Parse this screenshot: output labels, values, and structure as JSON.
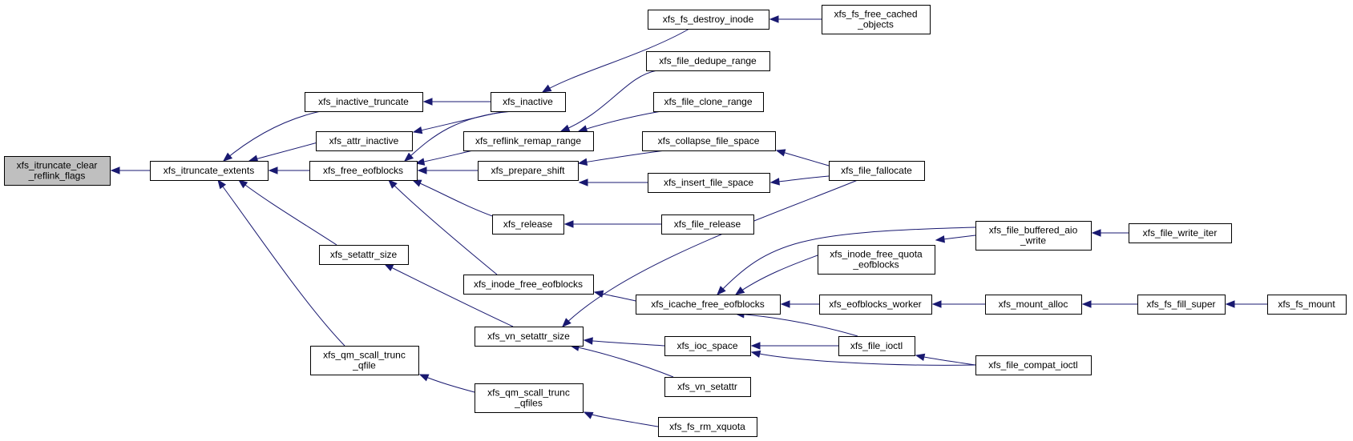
{
  "colors": {
    "edge": "#191970",
    "node_fill": "#ffffff",
    "root_fill": "#bfbfbf",
    "border": "#000000"
  },
  "nodes": [
    {
      "id": "n0",
      "lines": [
        "xfs_itruncate_clear",
        "_reflink_flags"
      ]
    },
    {
      "id": "n1",
      "lines": [
        "xfs_itruncate_extents"
      ]
    },
    {
      "id": "n2",
      "lines": [
        "xfs_inactive_truncate"
      ]
    },
    {
      "id": "n3",
      "lines": [
        "xfs_attr_inactive"
      ]
    },
    {
      "id": "n4",
      "lines": [
        "xfs_free_eofblocks"
      ]
    },
    {
      "id": "n5",
      "lines": [
        "xfs_setattr_size"
      ]
    },
    {
      "id": "n6",
      "lines": [
        "xfs_qm_scall_trunc",
        "_qfile"
      ]
    },
    {
      "id": "n7",
      "lines": [
        "xfs_inactive"
      ]
    },
    {
      "id": "n8",
      "lines": [
        "xfs_reflink_remap_range"
      ]
    },
    {
      "id": "n9",
      "lines": [
        "xfs_prepare_shift"
      ]
    },
    {
      "id": "n10",
      "lines": [
        "xfs_release"
      ]
    },
    {
      "id": "n11",
      "lines": [
        "xfs_inode_free_eofblocks"
      ]
    },
    {
      "id": "n12",
      "lines": [
        "xfs_vn_setattr_size"
      ]
    },
    {
      "id": "n13",
      "lines": [
        "xfs_qm_scall_trunc",
        "_qfiles"
      ]
    },
    {
      "id": "n14",
      "lines": [
        "xfs_fs_destroy_inode"
      ]
    },
    {
      "id": "n15",
      "lines": [
        "xfs_file_dedupe_range"
      ]
    },
    {
      "id": "n16",
      "lines": [
        "xfs_file_clone_range"
      ]
    },
    {
      "id": "n17",
      "lines": [
        "xfs_collapse_file_space"
      ]
    },
    {
      "id": "n18",
      "lines": [
        "xfs_insert_file_space"
      ]
    },
    {
      "id": "n19",
      "lines": [
        "xfs_file_release"
      ]
    },
    {
      "id": "n20",
      "lines": [
        "xfs_icache_free_eofblocks"
      ]
    },
    {
      "id": "n21",
      "lines": [
        "xfs_ioc_space"
      ]
    },
    {
      "id": "n22",
      "lines": [
        "xfs_vn_setattr"
      ]
    },
    {
      "id": "n23",
      "lines": [
        "xfs_fs_rm_xquota"
      ]
    },
    {
      "id": "n24",
      "lines": [
        "xfs_fs_free_cached",
        "_objects"
      ]
    },
    {
      "id": "n25",
      "lines": [
        "xfs_file_fallocate"
      ]
    },
    {
      "id": "n26",
      "lines": [
        "xfs_inode_free_quota",
        "_eofblocks"
      ]
    },
    {
      "id": "n27",
      "lines": [
        "xfs_eofblocks_worker"
      ]
    },
    {
      "id": "n28",
      "lines": [
        "xfs_file_ioctl"
      ]
    },
    {
      "id": "n29",
      "lines": [
        "xfs_file_compat_ioctl"
      ]
    },
    {
      "id": "n30",
      "lines": [
        "xfs_file_buffered_aio",
        "_write"
      ]
    },
    {
      "id": "n31",
      "lines": [
        "xfs_mount_alloc"
      ]
    },
    {
      "id": "n32",
      "lines": [
        "xfs_file_write_iter"
      ]
    },
    {
      "id": "n33",
      "lines": [
        "xfs_fs_fill_super"
      ]
    },
    {
      "id": "n34",
      "lines": [
        "xfs_fs_mount"
      ]
    }
  ],
  "edges": [
    {
      "from": "n1",
      "to": "n0"
    },
    {
      "from": "n2",
      "to": "n1"
    },
    {
      "from": "n3",
      "to": "n1"
    },
    {
      "from": "n4",
      "to": "n1"
    },
    {
      "from": "n5",
      "to": "n1"
    },
    {
      "from": "n6",
      "to": "n1"
    },
    {
      "from": "n7",
      "to": "n2"
    },
    {
      "from": "n7",
      "to": "n3"
    },
    {
      "from": "n7",
      "to": "n4"
    },
    {
      "from": "n8",
      "to": "n4"
    },
    {
      "from": "n9",
      "to": "n4"
    },
    {
      "from": "n10",
      "to": "n4"
    },
    {
      "from": "n11",
      "to": "n4"
    },
    {
      "from": "n12",
      "to": "n5"
    },
    {
      "from": "n13",
      "to": "n6"
    },
    {
      "from": "n14",
      "to": "n7"
    },
    {
      "from": "n15",
      "to": "n8"
    },
    {
      "from": "n16",
      "to": "n8"
    },
    {
      "from": "n17",
      "to": "n9"
    },
    {
      "from": "n18",
      "to": "n9"
    },
    {
      "from": "n19",
      "to": "n10"
    },
    {
      "from": "n20",
      "to": "n11"
    },
    {
      "from": "n21",
      "to": "n12"
    },
    {
      "from": "n22",
      "to": "n12"
    },
    {
      "from": "n25",
      "to": "n12"
    },
    {
      "from": "n23",
      "to": "n13"
    },
    {
      "from": "n24",
      "to": "n14"
    },
    {
      "from": "n25",
      "to": "n17"
    },
    {
      "from": "n25",
      "to": "n18"
    },
    {
      "from": "n26",
      "to": "n20"
    },
    {
      "from": "n27",
      "to": "n20"
    },
    {
      "from": "n28",
      "to": "n20"
    },
    {
      "from": "n30",
      "to": "n20"
    },
    {
      "from": "n28",
      "to": "n21"
    },
    {
      "from": "n29",
      "to": "n21"
    },
    {
      "from": "n30",
      "to": "n26"
    },
    {
      "from": "n31",
      "to": "n27"
    },
    {
      "from": "n29",
      "to": "n28"
    },
    {
      "from": "n32",
      "to": "n30"
    },
    {
      "from": "n33",
      "to": "n31"
    },
    {
      "from": "n34",
      "to": "n33"
    }
  ]
}
